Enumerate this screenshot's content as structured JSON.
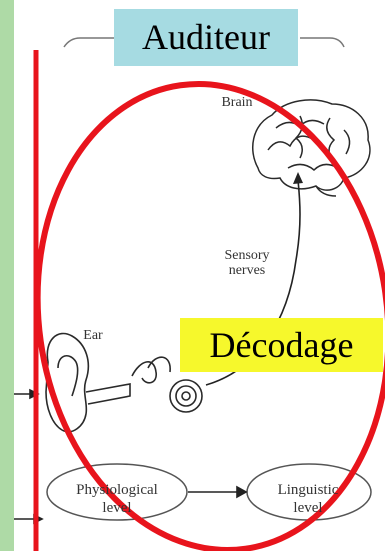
{
  "title_box": "Auditeur",
  "highlight_box": "Décodage",
  "diagram": {
    "brain_label": "Brain",
    "sensory_nerves_label": "Sensory\nnerves",
    "ear_label": "Ear",
    "physiological_level_label": "Physiological\nlevel",
    "linguistic_level_label": "Linguistic\nlevel"
  },
  "colors": {
    "title_box_bg": "#a6dbe2",
    "highlight_box_bg": "#f6f82c",
    "annotation_red": "#e8141c",
    "left_strip": "#aedaa6"
  }
}
